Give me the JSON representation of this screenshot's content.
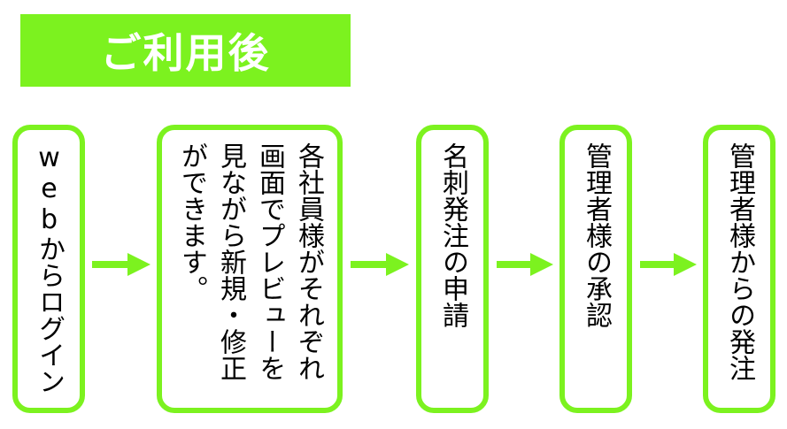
{
  "colors": {
    "accent": "#7cf21f",
    "banner_text": "#ffffff",
    "box_text": "#000000"
  },
  "banner": {
    "title": "ご利用後"
  },
  "steps": [
    {
      "lines": [
        "webからログイン"
      ]
    },
    {
      "lines": [
        "各社員様がそれぞれ",
        "画面でプレビューを",
        "見ながら新規・修正",
        "ができます。"
      ]
    },
    {
      "lines": [
        "名刺発注の申請"
      ]
    },
    {
      "lines": [
        "管理者様の承認"
      ]
    },
    {
      "lines": [
        "管理者様からの発注"
      ]
    }
  ]
}
